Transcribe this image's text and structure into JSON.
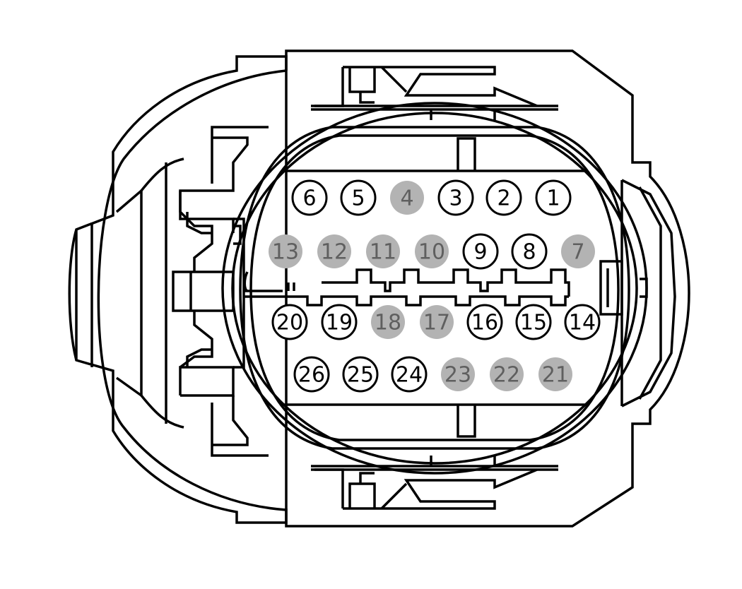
{
  "colors": {
    "background": "#ffffff",
    "outline": "#000000",
    "pin_empty_fill": "#ffffff",
    "pin_empty_stroke": "#000000",
    "pin_empty_text": "#000000",
    "pin_filled_fill": "#b3b3b3",
    "pin_filled_text": "#5f5f5f"
  },
  "pins": [
    {
      "label": "6",
      "row": 1,
      "filled": false
    },
    {
      "label": "5",
      "row": 1,
      "filled": false
    },
    {
      "label": "4",
      "row": 1,
      "filled": true
    },
    {
      "label": "3",
      "row": 1,
      "filled": false
    },
    {
      "label": "2",
      "row": 1,
      "filled": false
    },
    {
      "label": "1",
      "row": 1,
      "filled": false
    },
    {
      "label": "13",
      "row": 2,
      "filled": true
    },
    {
      "label": "12",
      "row": 2,
      "filled": true
    },
    {
      "label": "11",
      "row": 2,
      "filled": true
    },
    {
      "label": "10",
      "row": 2,
      "filled": true
    },
    {
      "label": "9",
      "row": 2,
      "filled": false
    },
    {
      "label": "8",
      "row": 2,
      "filled": false
    },
    {
      "label": "7",
      "row": 2,
      "filled": true
    },
    {
      "label": "20",
      "row": 3,
      "filled": false
    },
    {
      "label": "19",
      "row": 3,
      "filled": false
    },
    {
      "label": "18",
      "row": 3,
      "filled": true
    },
    {
      "label": "17",
      "row": 3,
      "filled": true
    },
    {
      "label": "16",
      "row": 3,
      "filled": false
    },
    {
      "label": "15",
      "row": 3,
      "filled": false
    },
    {
      "label": "14",
      "row": 3,
      "filled": false
    },
    {
      "label": "26",
      "row": 4,
      "filled": false
    },
    {
      "label": "25",
      "row": 4,
      "filled": false
    },
    {
      "label": "24",
      "row": 4,
      "filled": false
    },
    {
      "label": "23",
      "row": 4,
      "filled": true
    },
    {
      "label": "22",
      "row": 4,
      "filled": true
    },
    {
      "label": "21",
      "row": 4,
      "filled": true
    }
  ]
}
